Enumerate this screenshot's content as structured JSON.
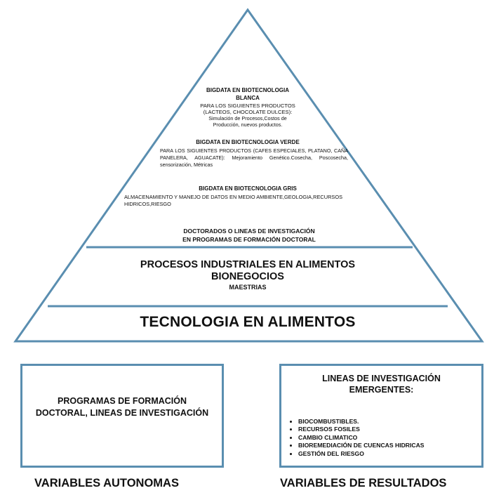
{
  "pyramid": {
    "colors": {
      "outline": "#5a8eb0",
      "fill": "#ffffff"
    },
    "tier_top": {
      "sections": [
        {
          "title_line1": "BIGDATA EN BIOTECNOLOGIA",
          "title_line2": "BLANCA",
          "text_line1": "PARA LOS SIGUIENTES PRODUCTOS",
          "text_line2": "(LACTEOS, CHOCOLATE DULCES):",
          "text_line3": "Simulación de Procesos,Costos de",
          "text_line4": "Producción, nuevos productos."
        },
        {
          "title": "BIGDATA EN BIOTECNOLOGIA VERDE",
          "text": "PARA LOS SIGUIENTES PRODUCTOS (CAFES ESPECIALES, PLATANO, CAÑA PANELERA, AGUACATE): Mejoramiento Genético.Cosecha, Poscosecha, sensorización, Métricas"
        },
        {
          "title": "BIGDATA EN BIOTECNOLOGIA GRIS",
          "text": "ALMACENAMIENTO Y MANEJO DE DATOS EN MEDIO AMBIENTE,GEOLOGIA,RECURSOS HIDRICOS,RIESGO"
        }
      ],
      "doctoral_line1": "DOCTORADOS O LINEAS DE INVESTIGACIÓN",
      "doctoral_line2": "EN PROGRAMAS DE FORMACIÓN DOCTORAL"
    },
    "tier_middle": {
      "line1": "PROCESOS INDUSTRIALES EN ALIMENTOS",
      "line2": "BIONEGOCIOS",
      "line3": "MAESTRIAS"
    },
    "tier_bottom": {
      "title": "TECNOLOGIA EN ALIMENTOS"
    }
  },
  "left_box": {
    "line1": "PROGRAMAS DE FORMACIÓN",
    "line2": "DOCTORAL, LINEAS DE INVESTIGACIÓN",
    "caption": "VARIABLES AUTONOMAS"
  },
  "right_box": {
    "title_line1": "LINEAS DE INVESTIGACIÓN",
    "title_line2": "EMERGENTES:",
    "items": [
      "BIOCOMBUSTIBLES.",
      "RECURSOS FOSILES",
      "CAMBIO CLIMATICO",
      "BIOREMEDIACIÓN DE CUENCAS HIDRICAS",
      "GESTIÓN DEL RIESGO"
    ],
    "caption": "VARIABLES DE RESULTADOS"
  }
}
